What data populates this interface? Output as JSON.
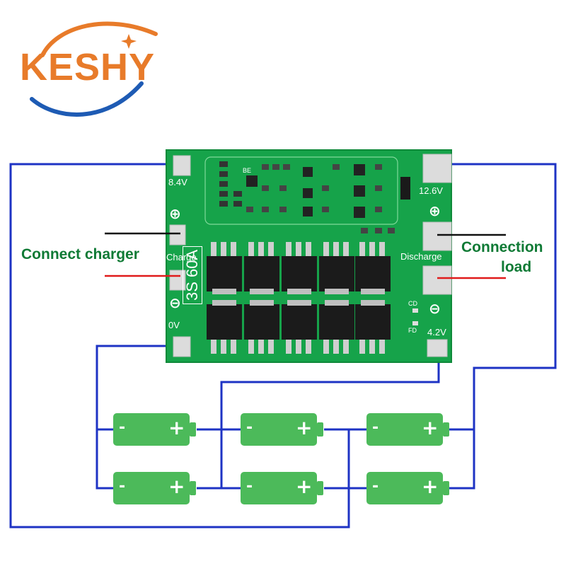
{
  "logo": {
    "text": "KESHY",
    "colors": {
      "main": "#e87b2a",
      "swoosh": "#1e5bb4"
    }
  },
  "board": {
    "rating": "3S 60A",
    "pads": {
      "top_left": "8.4V",
      "charge": "Charge",
      "bottom_left": "0V",
      "top_right": "12.6V",
      "discharge": "Discharge",
      "bottom_right": "4.2V"
    },
    "marks": {
      "cd": "CD",
      "fd": "FD",
      "be": "BE"
    },
    "symbols": {
      "plus": "⊕",
      "minus": "⊖"
    },
    "colors": {
      "pcb": "#16a34a",
      "pcb_edge": "#0f8a3a",
      "mosfet": "#1b1b1b",
      "pad": "#dcdcdc"
    }
  },
  "annotations": {
    "charger": "Connect charger",
    "load_line1": "Connection",
    "load_line2": "load"
  },
  "cells": {
    "minus": "-",
    "plus": "+",
    "color": "#4cba5a"
  },
  "wires": {
    "blue": "#1e33c4",
    "red": "#e01b1b",
    "black": "#111111"
  }
}
